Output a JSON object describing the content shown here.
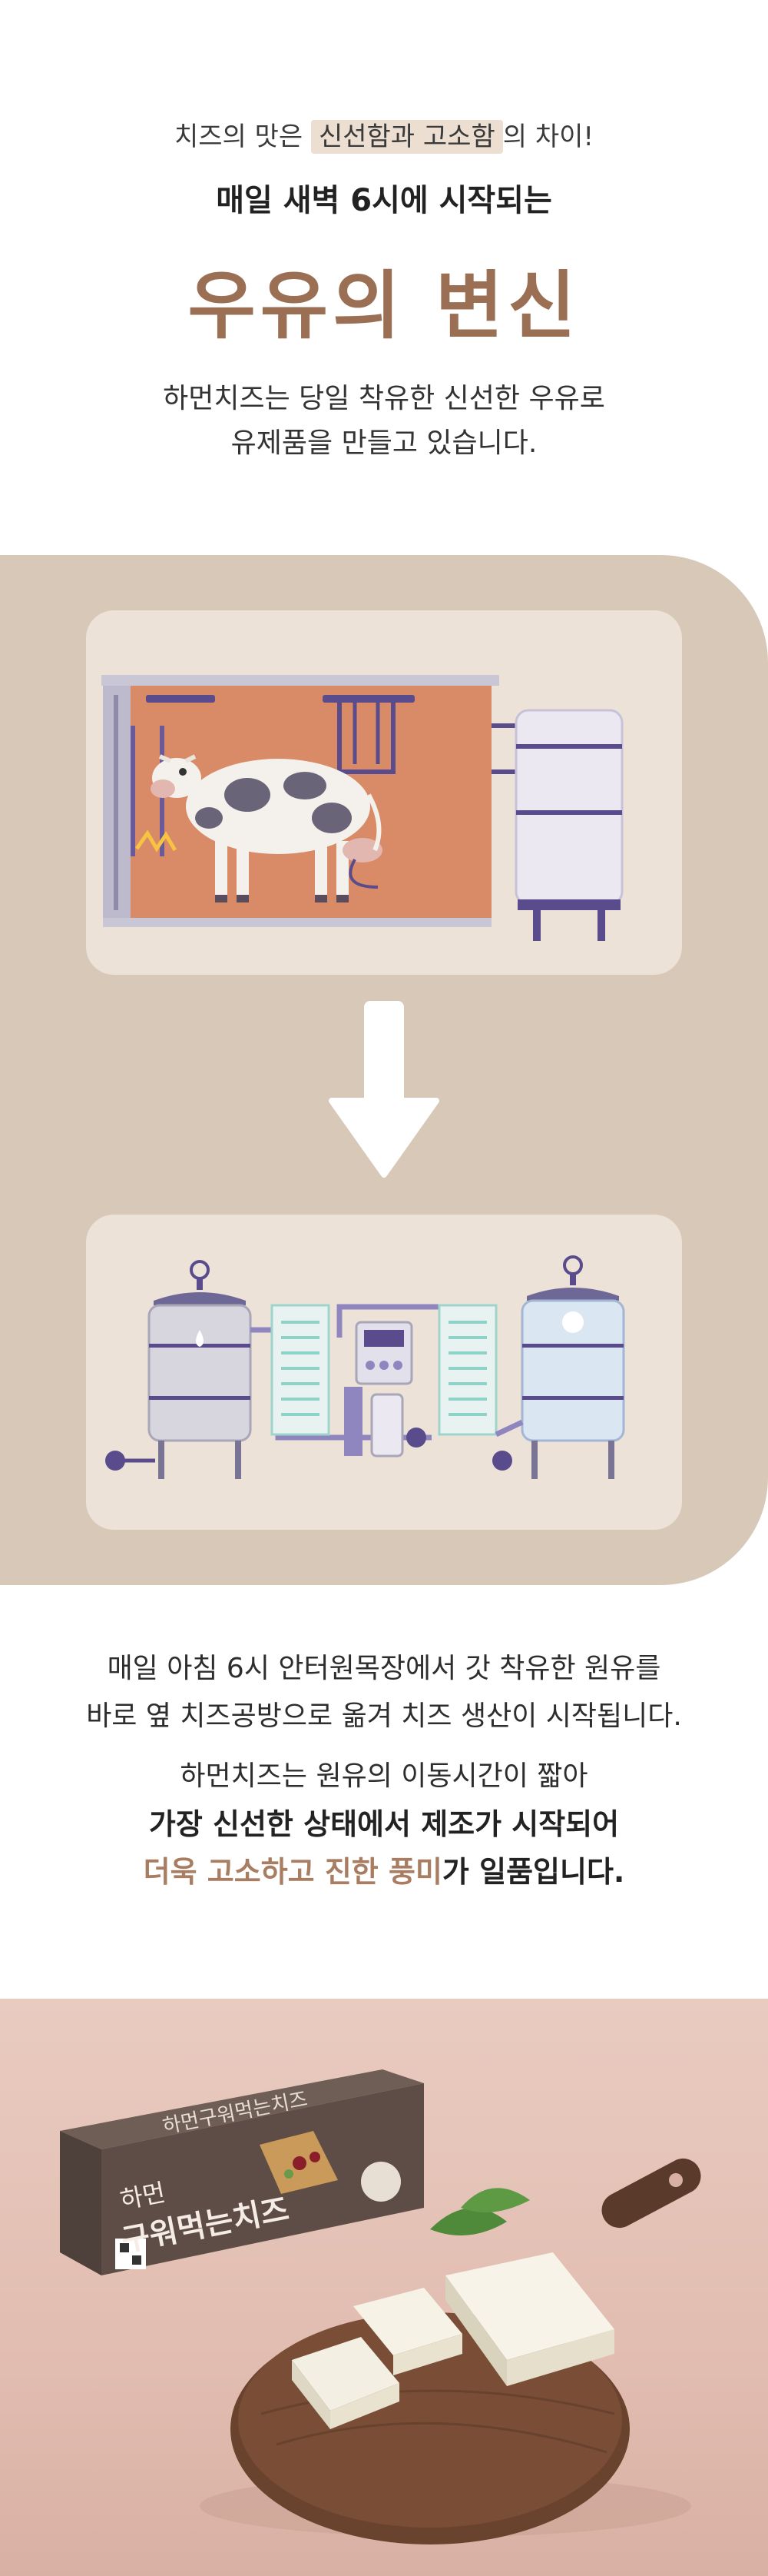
{
  "intro": {
    "line1_prefix": "치즈의 맛은 ",
    "line1_hl1": "신선함과 고소함",
    "line1_suffix": "의 차이!",
    "line2": "매일 새벽 6시에 시작되는",
    "title": "우유의 변신",
    "desc_line1": "하먼치즈는 당일 착유한 신선한 우유로",
    "desc_line2": "유제품을 만들고 있습니다."
  },
  "story": {
    "p1_line1": "매일 아침 6시 안터원목장에서 갓 착유한 원유를",
    "p1_line2": "바로 옆 치즈공방으로 옮겨 치즈 생산이 시작됩니다.",
    "p2": "하먼치즈는 원유의 이동시간이 짧아",
    "p3": "가장 신선한 상태에서 제조가 시작되어",
    "p4_accent": "더욱 고소하고 진한 풍미",
    "p4_rest": "가 일품입니다."
  },
  "package": {
    "brand_line1": "하먼",
    "brand_line2": "구워먹는치즈",
    "side_label": "하먼구워먹는치즈"
  },
  "colors": {
    "accent_brown": "#9b6f54",
    "diagram_bg": "#d8c8b8",
    "card_bg": "#ece2d8",
    "machine_purple": "#5a4c8c",
    "barn_orange": "#d98a66"
  }
}
